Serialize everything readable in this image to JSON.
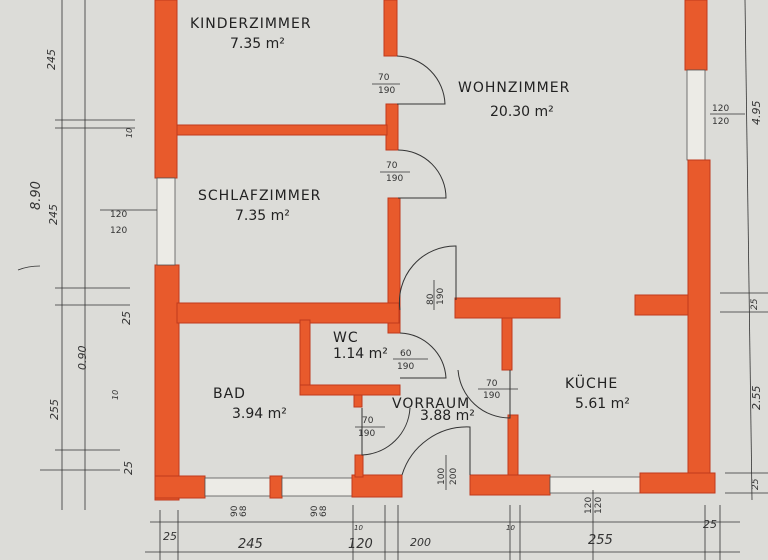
{
  "rooms": [
    {
      "name": "KINDERZIMMER",
      "area": "7.35 m²"
    },
    {
      "name": "WOHNZIMMER",
      "area": "20.30 m²"
    },
    {
      "name": "SCHLAFZIMMER",
      "area": "7.35 m²"
    },
    {
      "name": "WC",
      "area": "1.14 m²"
    },
    {
      "name": "BAD",
      "area": "3.94 m²"
    },
    {
      "name": "VORRAUM",
      "area": "3.88 m²"
    },
    {
      "name": "KÜCHE",
      "area": "5.61 m²"
    }
  ],
  "openings": [
    {
      "top": "70",
      "bottom": "190"
    },
    {
      "top": "70",
      "bottom": "190"
    },
    {
      "top": "80",
      "bottom": "190"
    },
    {
      "top": "60",
      "bottom": "190"
    },
    {
      "top": "70",
      "bottom": "190"
    },
    {
      "top": "70",
      "bottom": "190"
    },
    {
      "top": "100",
      "bottom": "200"
    },
    {
      "top": "120",
      "bottom": "120"
    },
    {
      "top": "120",
      "bottom": "120"
    },
    {
      "top": "90",
      "bottom": "68"
    },
    {
      "top": "90",
      "bottom": "68"
    },
    {
      "top": "120",
      "bottom": "120"
    }
  ],
  "dimensions": {
    "left": [
      "245",
      "10",
      "245",
      "25",
      "0.90",
      "10",
      "255",
      "25"
    ],
    "left_total": "8.90",
    "bottom": [
      "25",
      "245",
      "10",
      "120",
      "200",
      "10",
      "255",
      "25"
    ],
    "right": [
      "4.95",
      "25",
      "2.55",
      "25"
    ]
  },
  "colors": {
    "wall": "#e85a2c",
    "paper": "#dcdcd8"
  }
}
